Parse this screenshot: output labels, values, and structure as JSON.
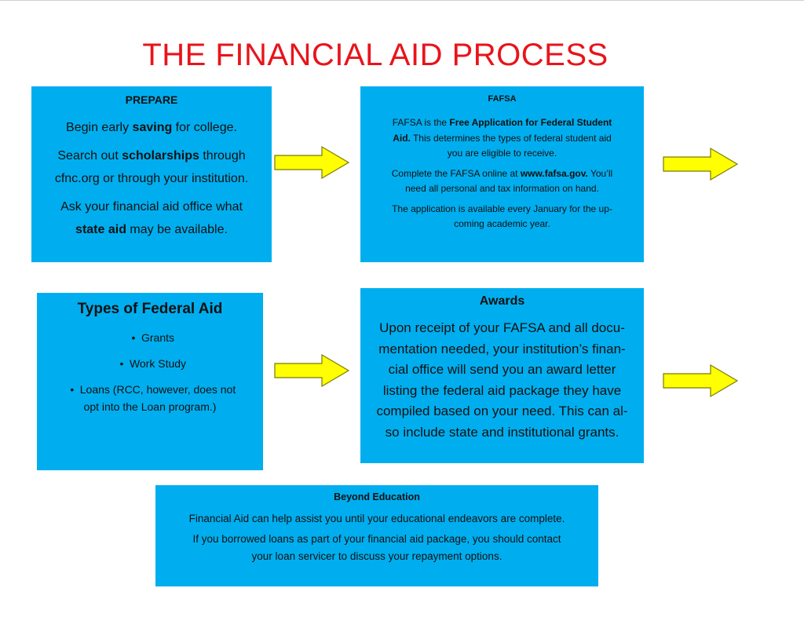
{
  "title": "THE FINANCIAL AID PROCESS",
  "colors": {
    "title": "#e8141b",
    "box": "#00aeef",
    "arrow_fill": "#ffff00",
    "arrow_stroke": "#7a7a00"
  },
  "prepare": {
    "heading": "PREPARE",
    "p1a": "Begin early ",
    "p1b": "saving",
    "p1c": " for college.",
    "p2a": "Search out ",
    "p2b": "scholarships",
    "p2c": " through",
    "p2d": "cfnc.org or through your institution.",
    "p3a": "Ask your financial aid office what",
    "p3b": "state aid",
    "p3c": " may be available."
  },
  "fafsa": {
    "heading": "FAFSA",
    "p1a": "FAFSA  is the ",
    "p1b": "Free  Application for Federal Student",
    "p1c": "Aid.",
    "p1d": " This determines the types of federal student aid",
    "p1e": "you are eligible to receive.",
    "p2a": "Complete the FAFSA online at ",
    "p2b": "www.fafsa.gov.",
    "p2c": " You’ll",
    "p2d": "need all personal and tax information on hand.",
    "p3a": "The application is available every January for the up-",
    "p3b": "coming academic year."
  },
  "federal": {
    "heading": "Types of Federal Aid",
    "items": [
      {
        "bullet": "•",
        "line1": "Grants",
        "line2": ""
      },
      {
        "bullet": "•",
        "line1": "Work Study",
        "line2": ""
      },
      {
        "bullet": "•",
        "line1": "Loans  (RCC, however, does not",
        "line2": "opt into the Loan program.)"
      }
    ]
  },
  "awards": {
    "heading": "Awards",
    "lines": [
      "Upon receipt of your FAFSA and all docu-",
      "mentation needed, your institution’s finan-",
      "cial office will send you an award letter",
      "listing the federal aid package they have",
      "compiled based on your need. This can al-",
      "so include state and institutional grants."
    ]
  },
  "beyond": {
    "heading": "Beyond Education",
    "p1": "Financial Aid can help assist you until your educational endeavors are complete.",
    "p2a": "If you borrowed loans as part of your financial aid package,  you should contact",
    "p2b": "your loan servicer to discuss your repayment options."
  }
}
